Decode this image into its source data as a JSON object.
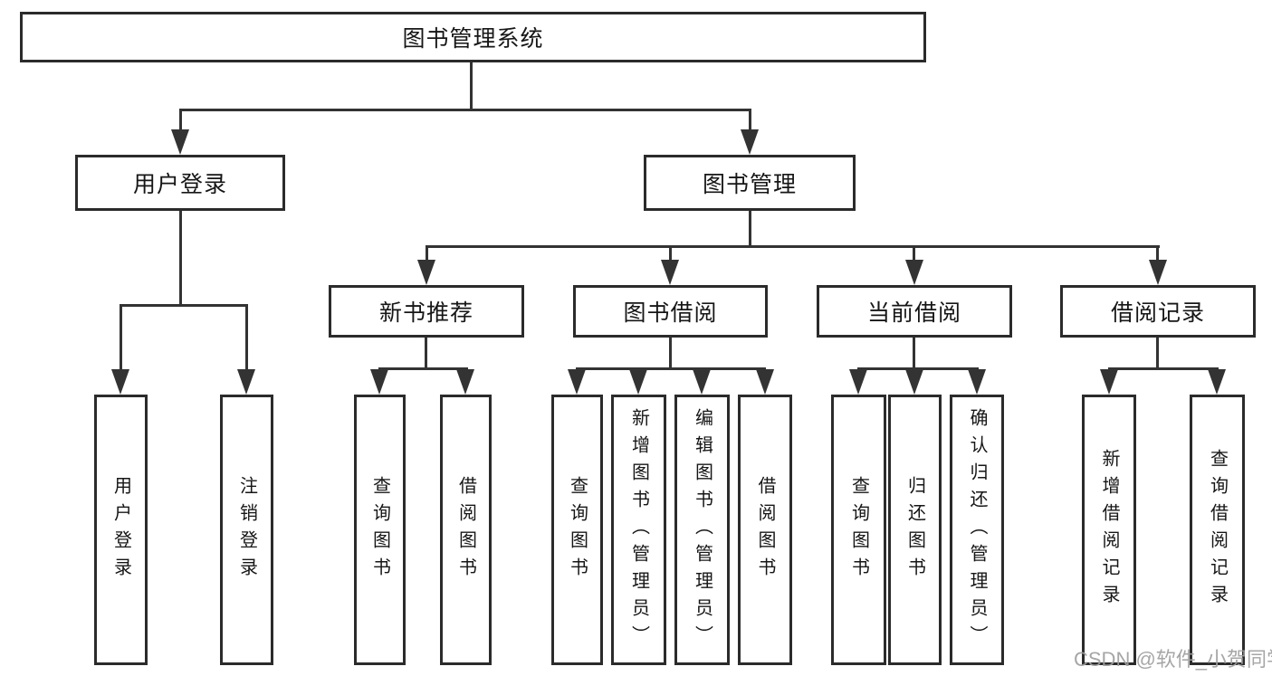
{
  "diagram": {
    "root": {
      "label": "图书管理系统"
    },
    "level2": {
      "user_login": {
        "label": "用户登录"
      },
      "book_mgmt": {
        "label": "图书管理"
      }
    },
    "level3": {
      "new_book": {
        "label": "新书推荐"
      },
      "book_borrow": {
        "label": "图书借阅"
      },
      "current_borrow": {
        "label": "当前借阅"
      },
      "borrow_record": {
        "label": "借阅记录"
      }
    },
    "leaves": {
      "user_login": [
        "用户登录",
        "注销登录"
      ],
      "new_book": [
        "查询图书",
        "借阅图书"
      ],
      "book_borrow": [
        "查询图书",
        "新增图书（管理员）",
        "编辑图书（管理员）",
        "借阅图书"
      ],
      "current_borrow": [
        "查询图书",
        "归还图书",
        "确认归还（管理员）"
      ],
      "borrow_record": [
        "新增借阅记录",
        "查询借阅记录"
      ]
    }
  },
  "watermark": "CSDN @软件_小贺同学",
  "colors": {
    "line": "#333333",
    "box_border": "#2b2b2b",
    "text": "#161616",
    "watermark": "#9e9e9e",
    "background": "#ffffff"
  }
}
